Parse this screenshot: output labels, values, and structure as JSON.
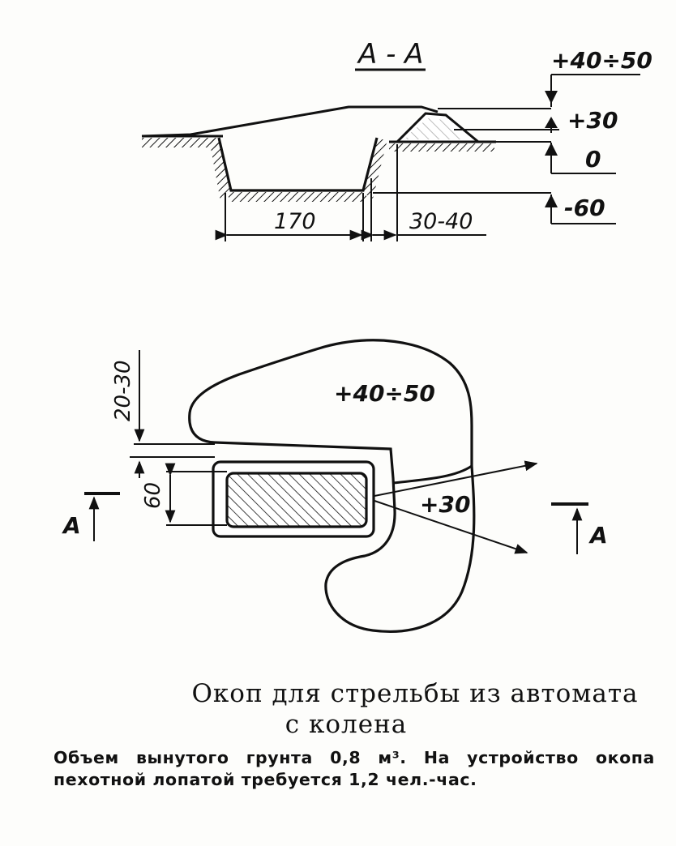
{
  "section": {
    "title": "А - А",
    "levels": {
      "top": "+40÷50",
      "parapet": "+30",
      "ground": "0",
      "bottom": "-60"
    },
    "dims": {
      "width": "170",
      "offset": "30-40"
    }
  },
  "plan": {
    "depth_dim": "20-30",
    "width_dim": "60",
    "rear_parapet": "+40÷50",
    "front_parapet": "+30",
    "cut_left": "А",
    "cut_right": "А"
  },
  "caption": {
    "title_line1": "Окоп для стрельбы из автомата",
    "title_line2": "с колена",
    "note": "Объем вынутого грунта 0,8 м³. На устройство окопа пехотной лопатой требуется 1,2 чел.-час."
  }
}
